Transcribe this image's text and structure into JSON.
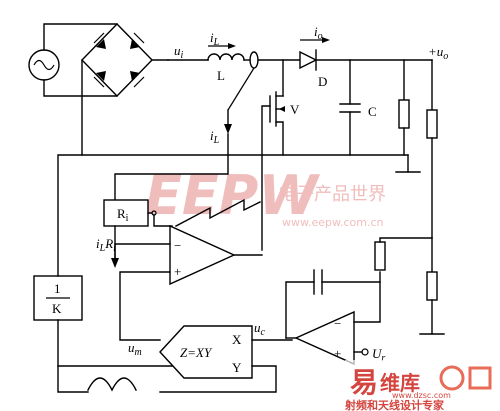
{
  "labels": {
    "ui": "u",
    "ui_sub": "i",
    "iL_top": "i",
    "iL_top_sub": "L",
    "L": "L",
    "io": "i",
    "io_sub": "o",
    "D": "D",
    "uo": "+u",
    "uo_sub": "o",
    "V": "V",
    "C": "C",
    "iL_mid": "i",
    "iL_mid_sub": "L",
    "Ri": "R",
    "Ri_sub": "i",
    "iLRi_i": "i",
    "iLRi_L": "L",
    "iLRi_R": "R",
    "iLRi_sub": "i",
    "oneK_num": "1",
    "oneK_den": "K",
    "um": "u",
    "um_sub": "m",
    "mult": "Z=XY",
    "X": "X",
    "Y": "Y",
    "uc": "u",
    "uc_sub": "c",
    "Ur": "U",
    "Ur_sub": "r",
    "op_minus": "−",
    "op_plus": "+"
  },
  "watermarks": {
    "eepw_logo": "EEPW",
    "eepw_cn": "电子产品世界",
    "eepw_url": "www.eepw.com.cn",
    "dzsc_main": "易",
    "dzsc_mid": "维库",
    "dzsc_url": "www.dzsc.com",
    "dzsc_slogan": "射频和天线设计专家"
  },
  "colors": {
    "wire": "#000000",
    "watermark_red": "#d4453f",
    "watermark_light": "#f2b8b3"
  }
}
